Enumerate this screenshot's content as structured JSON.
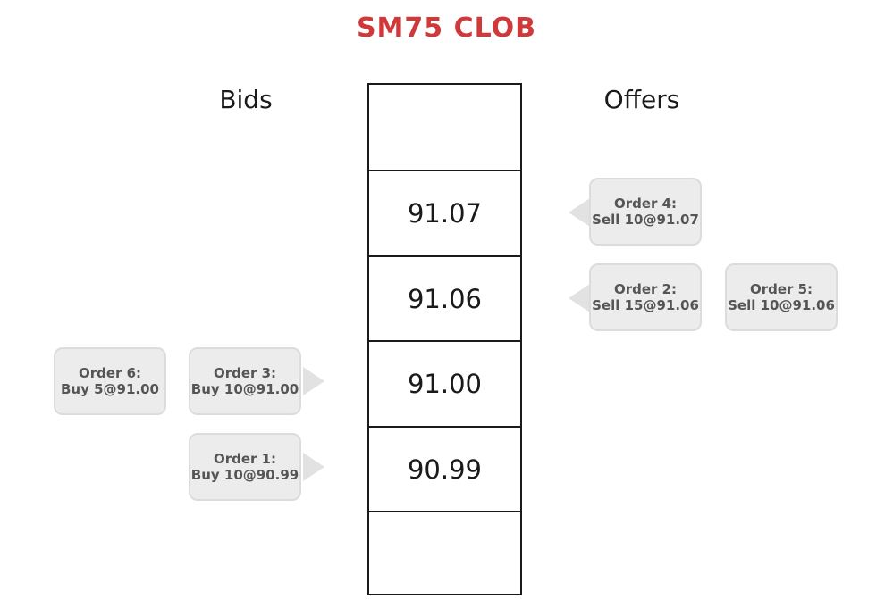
{
  "title": "SM75 CLOB",
  "colors": {
    "title": "#d0383a",
    "bubble_fill": "#ececec",
    "bubble_border": "#dcdcdc",
    "ladder_line": "#1a1a1a"
  },
  "headers": {
    "bids": "Bids",
    "offers": "Offers"
  },
  "ladder": [
    "",
    "91.07",
    "91.06",
    "91.00",
    "90.99",
    ""
  ],
  "orders": {
    "order4": {
      "name": "Order 4:",
      "detail": "Sell 10@91.07"
    },
    "order2": {
      "name": "Order 2:",
      "detail": "Sell 15@91.06"
    },
    "order5": {
      "name": "Order 5:",
      "detail": "Sell 10@91.06"
    },
    "order6": {
      "name": "Order 6:",
      "detail": "Buy 5@91.00"
    },
    "order3": {
      "name": "Order 3:",
      "detail": "Buy 10@91.00"
    },
    "order1": {
      "name": "Order 1:",
      "detail": "Buy 10@90.99"
    }
  }
}
